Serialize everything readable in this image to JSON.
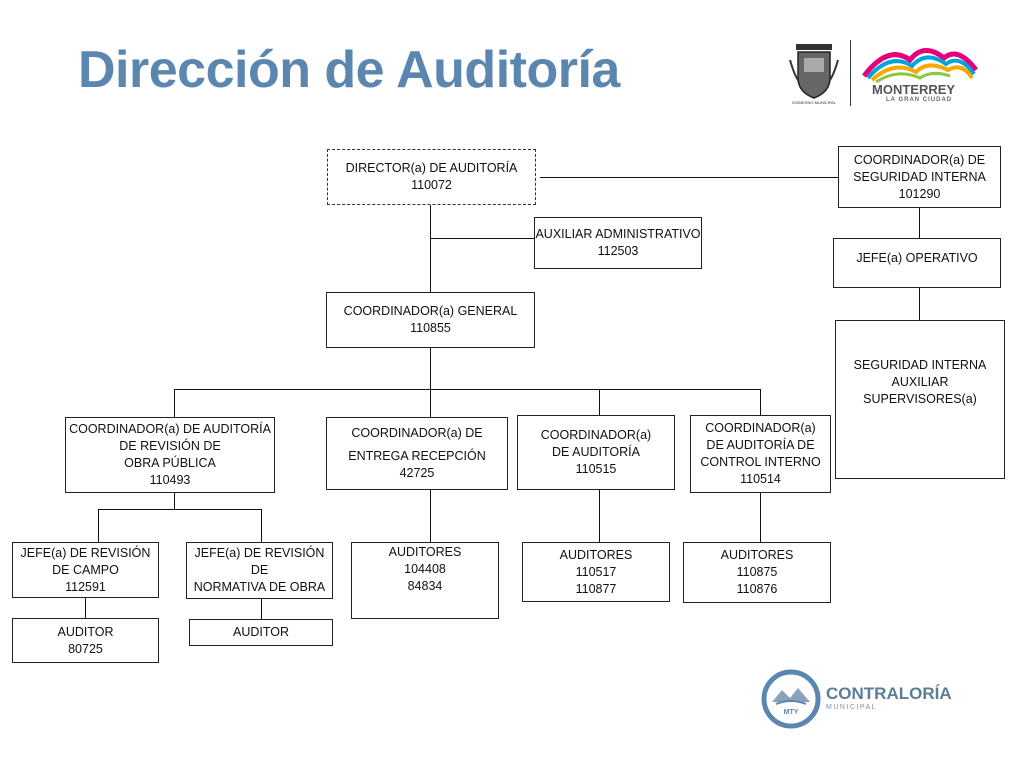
{
  "title": "Dirección de Auditoría",
  "logos": {
    "monterrey": "MONTERREY",
    "monterrey_sub": "LA GRAN CIUDAD",
    "shield_caption": "GOBIERNO MUNICIPAL",
    "contraloria": "CONTRALORÍA",
    "contraloria_sub": "MUNICIPAL",
    "mty": "MTY"
  },
  "org": {
    "director": {
      "line1": "DIRECTOR(a) DE AUDITORÍA",
      "line2": "110072"
    },
    "aux_admin": {
      "line1": "AUXILIAR ADMINISTRATIVO",
      "line2": "112503"
    },
    "coord_general": {
      "line1": "COORDINADOR(a) GENERAL",
      "line2": "110855"
    },
    "coord_seguridad": {
      "line1": "COORDINADOR(a) DE",
      "line2": "SEGURIDAD INTERNA",
      "line3": "101290"
    },
    "jefe_operativo": {
      "line1": "JEFE(a) OPERATIVO"
    },
    "seguridad_interna": {
      "line1": "SEGURIDAD INTERNA",
      "line2": "AUXILIAR",
      "line3": "SUPERVISORES(a)"
    },
    "coord_obra": {
      "line1": "COORDINADOR(a) DE AUDITORÍA",
      "line2": "DE REVISIÓN DE",
      "line3": "OBRA PÚBLICA",
      "line4": "110493"
    },
    "coord_entrega": {
      "line1": "COORDINADOR(a) DE",
      "line2": "ENTREGA RECEPCIÓN",
      "line3": "42725"
    },
    "coord_auditoria": {
      "line1": "COORDINADOR(a)",
      "line2": "DE AUDITORÍA",
      "line3": "110515"
    },
    "coord_control": {
      "line1": "COORDINADOR(a)",
      "line2": "DE AUDITORÍA DE",
      "line3": "CONTROL INTERNO",
      "line4": "110514"
    },
    "jefe_campo": {
      "line1": "JEFE(a) DE REVISIÓN",
      "line2": "DE CAMPO",
      "line3": "112591"
    },
    "jefe_normativa": {
      "line1": "JEFE(a) DE REVISIÓN DE",
      "line2": "NORMATIVA DE OBRA"
    },
    "auditor_campo": {
      "line1": "AUDITOR",
      "line2": "80725"
    },
    "auditor_normativa": {
      "line1": "AUDITOR"
    },
    "auditores_entrega": {
      "line1": "AUDITORES",
      "line2": "104408",
      "line3": "84834"
    },
    "auditores_auditoria": {
      "line1": "AUDITORES",
      "line2": "110517",
      "line3": "110877"
    },
    "auditores_control": {
      "line1": "AUDITORES",
      "line2": "110875",
      "line3": "110876"
    }
  },
  "colors": {
    "title": "#5b86b0",
    "contraloria": "#5b7e98",
    "monterrey_text": "#555555"
  }
}
